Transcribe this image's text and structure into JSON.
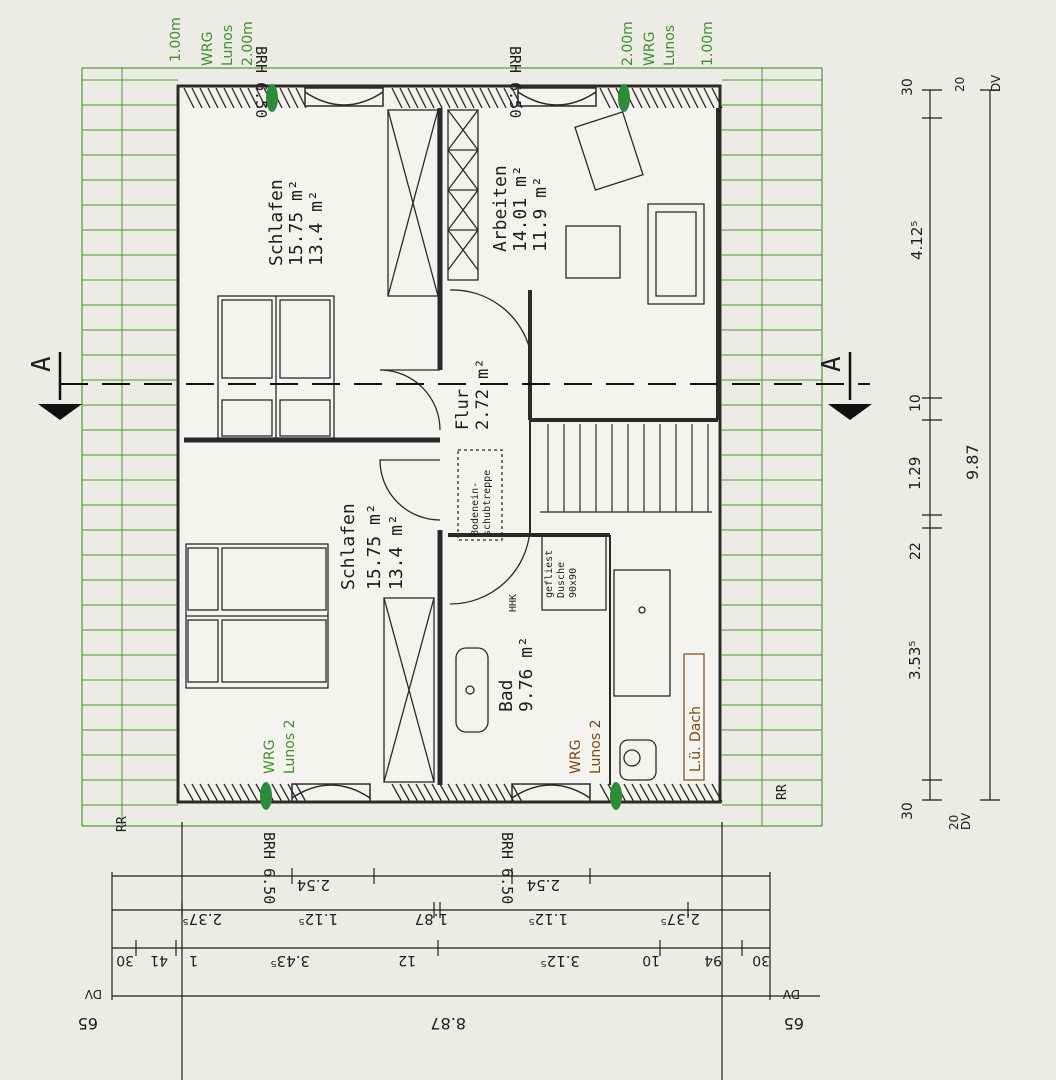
{
  "rooms": {
    "schlafen_top": {
      "name": "Schlafen",
      "area1": "15.75 m²",
      "area2": "13.4 m²"
    },
    "arbeiten": {
      "name": "Arbeiten",
      "area1": "14.01 m²",
      "area2": "11.9 m²"
    },
    "flur": {
      "name": "Flur",
      "area": "2.72 m²"
    },
    "schlafen_bottom": {
      "name": "Schlafen",
      "area1": "15.75 m²",
      "area2": "13.4 m²"
    },
    "bad": {
      "name": "Bad",
      "area": "9.76 m²"
    }
  },
  "labels": {
    "brh": "BRH 6.50",
    "wrg": "WRG",
    "lunos": "Lunos",
    "lunos2": "Lunos 2",
    "bodenein": "Bodenein-",
    "schubtreppe": "schubtreppe",
    "dusche1": "gefliest",
    "dusche2": "Dusche",
    "dusche3": "90x90",
    "hk": "HHK",
    "dach": "L.ü. Dach",
    "rr": "RR",
    "section": "A",
    "dv": "DV",
    "height_100": "1.00m",
    "height_200": "2.00m"
  },
  "dims_right": {
    "d30a": "30",
    "d4125": "4.12⁵",
    "d10": "10",
    "d129": "1.29",
    "d22": "22",
    "d3535": "3.53⁵",
    "d30b": "30",
    "d987": "9.87",
    "d20a": "20",
    "d20b": "20"
  },
  "dims_bottom": {
    "d254a": "2.54",
    "d254b": "2.54",
    "d2375a": "2.37⁵",
    "d1125a": "1.12⁵",
    "d187": "1.87",
    "d1125b": "1.12⁵",
    "d2375b": "2.37⁵",
    "d30": "30",
    "d94": "94",
    "d10": "10",
    "d3125": "3.12⁵",
    "d12": "12",
    "d3435": "3.43⁵",
    "d1": "1",
    "d41": "41",
    "d30b": "30",
    "d887": "8.87",
    "d65a": "65",
    "d65b": "65"
  },
  "colors": {
    "wall": "#2a2a2a",
    "roof_grid": "#4c9a33",
    "label_green": "#3f8f2a",
    "vent": "#2e8b3a",
    "brown": "#7a4a14"
  }
}
